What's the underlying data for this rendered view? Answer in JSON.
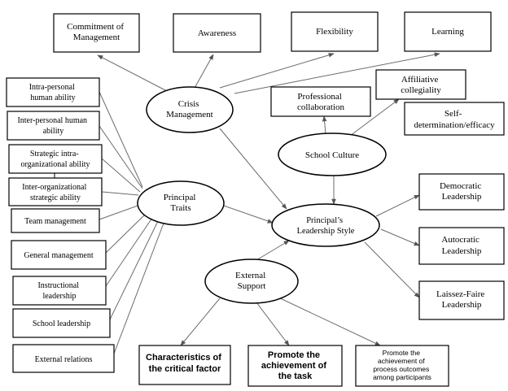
{
  "nodes": {
    "crisis_management": [
      "Crisis",
      "Management"
    ],
    "school_culture": [
      "School Culture"
    ],
    "principal_traits": [
      "Principal",
      "Traits"
    ],
    "leadership_style": [
      "Principal’s",
      "Leadership Style"
    ],
    "external_support": [
      "External",
      "Support"
    ],
    "commitment_of_management": [
      "Commitment of",
      "Management"
    ],
    "awareness": [
      "Awareness"
    ],
    "flexibility": [
      "Flexibility"
    ],
    "learning": [
      "Learning"
    ],
    "professional_collaboration": [
      "Professional",
      "collaboration"
    ],
    "affiliative_collegiality": [
      "Affiliative",
      "collegiality"
    ],
    "self_determination": [
      "Self-",
      "determination/efficacy"
    ],
    "intra_personal": [
      "Intra-personal",
      "human ability"
    ],
    "inter_personal": [
      "Inter-personal human",
      "ability"
    ],
    "strategic_intra": [
      "Strategic intra-",
      "organizational ability"
    ],
    "inter_organizational": [
      "Inter-organizational",
      "strategic ability"
    ],
    "team_management": [
      "Team management"
    ],
    "general_management": [
      "General management"
    ],
    "instructional_leadership": [
      "Instructional",
      "leadership"
    ],
    "school_leadership": [
      "School leadership"
    ],
    "external_relations": [
      "External relations"
    ],
    "democratic": [
      "Democratic",
      "Leadership"
    ],
    "autocratic": [
      "Autocratic",
      "Leadership"
    ],
    "laissez_faire": [
      "Laissez-Faire",
      "Leadership"
    ],
    "critical_factor": [
      "Characteristics of",
      "the critical factor"
    ],
    "achievement_task": [
      "Promote the",
      "achievement of",
      "the task"
    ],
    "process_outcomes": [
      "Promote the",
      "achievement of",
      "process outcomes",
      "among participants"
    ]
  }
}
